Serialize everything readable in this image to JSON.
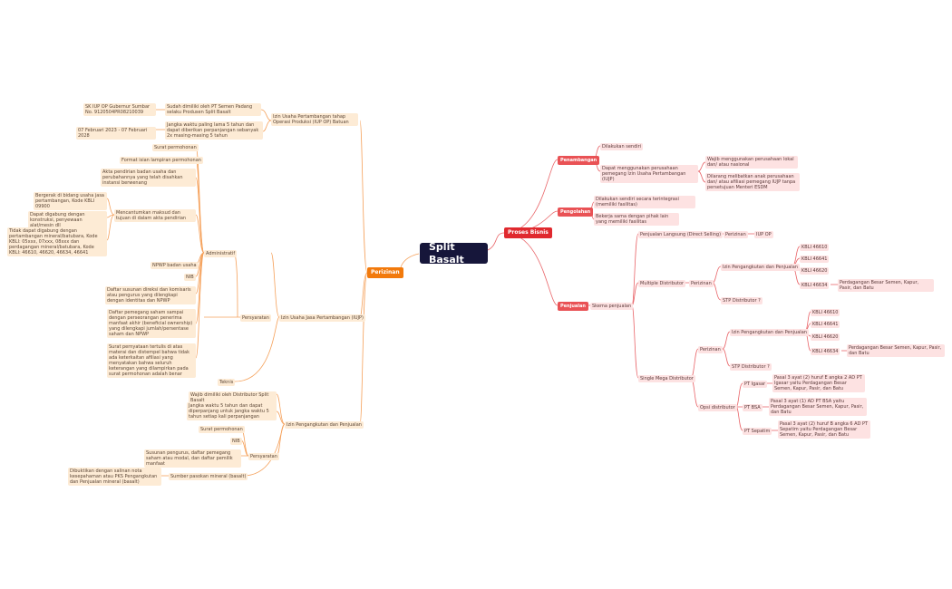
{
  "root": "Split Basalt",
  "perizinan": {
    "label": "Perizinan",
    "iup_op": "Izin Usaha Pertambangan tahap Operasi Produksi (IUP OP) Batuan",
    "iup_op_owned": "Sudah dimiliki oleh PT Semen Padang selaku Produsen Split Basalt",
    "sk": "SK IUP OP Gubernur Sumbar No. 9120504PR08210039",
    "term": "Jangka waktu paling lama 5 tahun dan dapat diberikan perpanjangan sebanyak 2x masing-masing 5 tahun",
    "dates": "07 Februari 2023 - 07 Februari 2028",
    "iujp": "Izin Usaha Jasa Pertambangan (IUJP)",
    "persyaratan": "Persyaratan",
    "administratif": "Administratif",
    "surat_permohonan": "Surat permohonan",
    "format_isian": "Format isian lampiran permohonan",
    "akta": "Akta pendirian badan usaha dan perubahannya yang telah disahkan instansi berwenang",
    "maksud_tujuan": "Mencantumkan maksud dan tujuan di dalam akta pendirian",
    "bergerak": "Bergerak di bidang usaha jasa pertambangan, Kode KBLI 09900",
    "digabung": "Dapat digabung dengan konstruksi, penyewaan alat/mesin dll",
    "tidak_digabung": "Tidak dapat digabung dengan pertambangan mineral/batubara, Kode KBLI: 05xxx, 07xxx, 08xxx dan perdagangan mineral/batubara, Kode KBLI: 46610, 46620, 46634, 46641",
    "npwp": "NPWP badan usaha",
    "nib": "NIB",
    "susunan_direksi": "Daftar susunan direksi dan komisaris atau pengurus yang dilengkapi dengan identitas dan NPWP",
    "pemegang_saham": "Daftar pemegang saham sampai dengan perseorangan penerima manfaat akhir (beneficial ownership) yang dilengkapi jumlah/persentase saham dan NPWP",
    "surat_pernyataan": "Surat pernyataan tertulis di atas materai dan distempel bahwa tidak ada keterkaitan afiliasi yang menyatakan bahwa seluruh keterangan yang dilampirkan pada surat permohonan adalah benar",
    "teknis": "Teknis",
    "izin_angkut": "Izin Pengangkutan dan Penjualan",
    "wajib_distributor": "Wajib dimiliki oleh Distributor Split Basalt",
    "angkut_term": "Jangka waktu 5 tahun dan dapat diperpanjang untuk jangka waktu 5 tahun setiap kali perpanjangan",
    "persyaratan2": "Persyaratan",
    "surat_permohonan2": "Surat permohonan",
    "nib2": "NIB",
    "susunan_pengurus": "Susunan pengurus, daftar pemegang saham atau modal, dan daftar pemilik manfaat",
    "sumber_pasokan": "Sumber pasokan mineral (basalt)",
    "dibuktikan": "Dibuktikan dengan salinan nota kesepahaman atau PKS Pengangkutan dan Penjualan mineral (basalt)"
  },
  "proses": {
    "label": "Proses Bisnis",
    "penambangan": "Penambangan",
    "pb_sendiri": "Dilakukan sendiri",
    "pb_pemegang": "Dapat menggunakan perusahaan pemegang Izin Usaha Pertambangan (IUJP)",
    "pb_wajib": "Wajib menggunakan perusahaan lokal dan/ atau nasional",
    "pb_dilarang": "Dilarang melibatkan anak perusahaan dan/ atau afiliasi pemegang IUJP tanpa persetujuan Menteri ESDM",
    "pengolahan": "Pengolahan",
    "po_sendiri": "Dilakukan sendiri secara terintegrasi (memiliki fasilitas)",
    "po_kerjasama": "Bekerja sama dengan pihak lain yang memiliki fasilitas",
    "penjualan": "Penjualan",
    "skema": "Skema penjualan",
    "langsung": "Penjualan Langsung (Direct Selling)",
    "perizinan_a": "Perizinan",
    "iup_op2": "IUP OP",
    "multiple": "Multiple Distributor",
    "perizinan_b": "Perizinan",
    "izin_angkut_b": "Izin Pengangkutan dan Penjualan",
    "kbli_1": "KBLI 46610",
    "kbli_2": "KBLI 46641",
    "kbli_3": "KBLI 46620",
    "kbli_4": "KBLI 46634",
    "kbli_4_desc": "Perdagangan Besar Semen, Kapur, Pasir, dan Batu",
    "stp_b": "STP Distributor ?",
    "single": "Single Mega Distributor",
    "perizinan_c": "Perizinan",
    "izin_angkut_c": "Izin Pengangkutan dan Penjualan",
    "kbli_c1": "KBLI 46610",
    "kbli_c2": "KBLI 46641",
    "kbli_c3": "KBLI 46620",
    "kbli_c4": "KBLI 46634",
    "kbli_c4_desc": "Perdagangan Besar Semen, Kapur, Pasir, dan Batu",
    "stp_c": "STP Distributor ?",
    "opsi": "Opsi distributor",
    "igasar": "PT Igasar",
    "igasar_desc": "Pasal 3 ayat (2) huruf E angka 2 AD PT Igasar yaitu Perdagangan Besar Semen, Kapur, Pasir, dan Batu",
    "bsa": "PT BSA",
    "bsa_desc": "Pasal 3 ayat (1) AD PT BSA yaitu Perdagangan Besar Semen, Kapur, Pasir, dan Batu",
    "sepatim": "PT Sepatim",
    "sepatim_desc": "Pasal 3 ayat (2) huruf B angka 6 AD PT Sepatim yaitu Perdagangan Besar Semen, Kapur, Pasir, dan Batu"
  },
  "colors": {
    "orange": "#f5a15b",
    "red": "#e9666a",
    "root": "#16163a"
  }
}
